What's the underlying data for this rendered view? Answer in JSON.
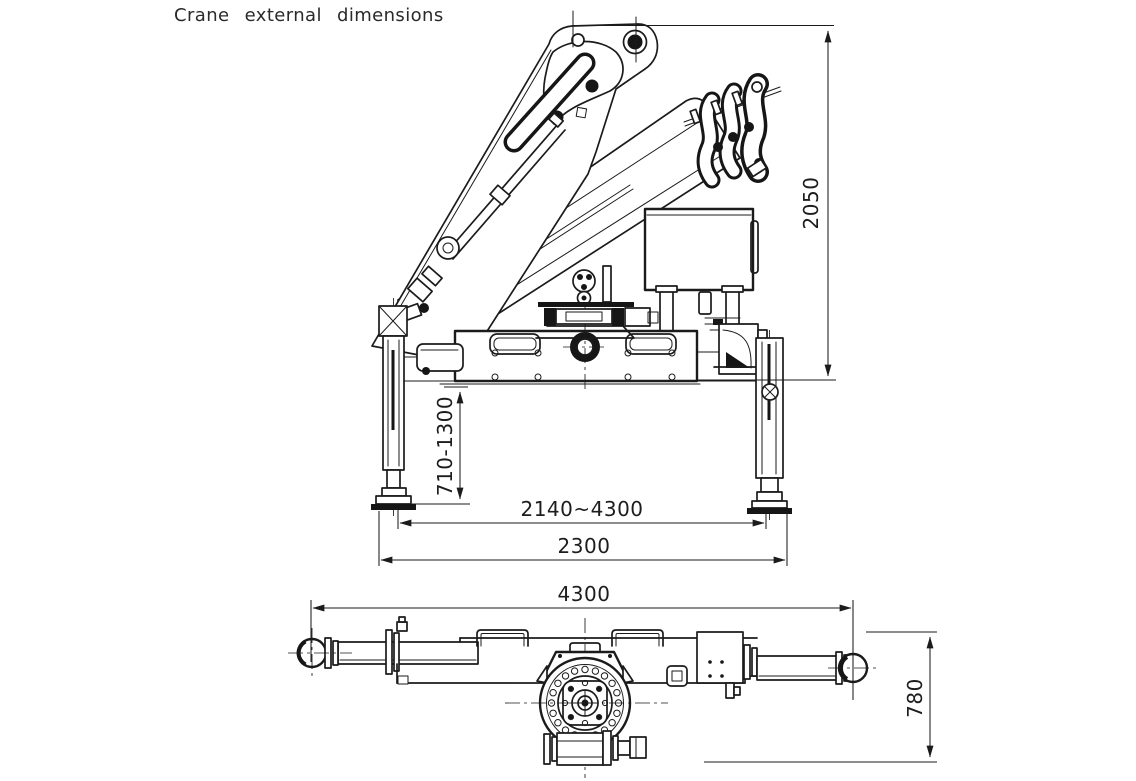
{
  "title": "Crane external dimensions",
  "colors": {
    "line": "#1b1b1b",
    "background": "#ffffff"
  },
  "side_view": {
    "dimensions": {
      "overall_height": {
        "label": "2050",
        "orientation": "vertical"
      },
      "leg_stroke": {
        "label": "710-1300",
        "orientation": "vertical"
      },
      "outrigger_extension": {
        "label": "2140~4300",
        "orientation": "horizontal"
      },
      "outrigger_base": {
        "label": "2300",
        "orientation": "horizontal"
      }
    }
  },
  "plan_view": {
    "dimensions": {
      "overall_length": {
        "label": "4300",
        "orientation": "horizontal"
      },
      "frame_width": {
        "label": "780",
        "orientation": "vertical"
      }
    }
  }
}
